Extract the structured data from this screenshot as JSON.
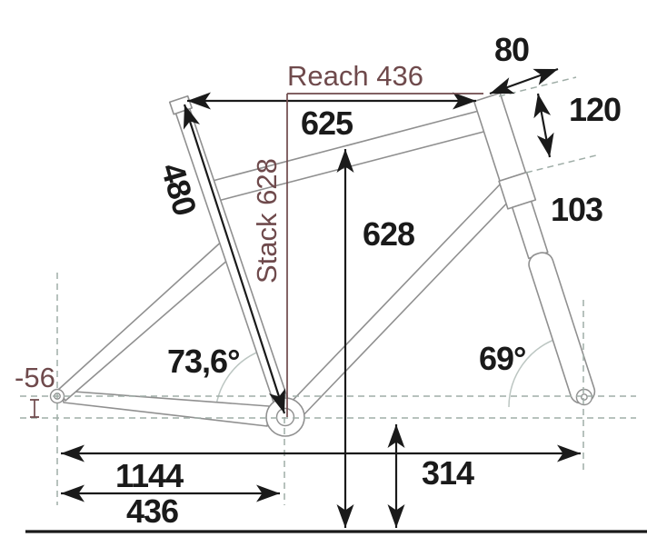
{
  "colors": {
    "accent_maroon": "#6F4A4C",
    "frame_gray": "#909090",
    "guide_dash": "#9FADA7",
    "arc_gray": "#BCC6C2",
    "ink": "#1A1A1A",
    "background": "#FFFFFF"
  },
  "measurements": {
    "reach": {
      "text": "Reach 436"
    },
    "stack": {
      "text": "Stack 628"
    },
    "bb_drop": {
      "text": "-56"
    },
    "effective_top_tube": {
      "text": "625"
    },
    "standover_height": {
      "text": "628"
    },
    "stem_length": {
      "text": "80"
    },
    "head_tube_extension": {
      "text": "120"
    },
    "head_tube_length": {
      "text": "103"
    },
    "seat_tube_length": {
      "text": "480"
    },
    "seat_tube_angle": {
      "text": "73,6°"
    },
    "head_tube_angle": {
      "text": "69°"
    },
    "wheelbase": {
      "text": "1144"
    },
    "chainstay_length": {
      "text": "436"
    },
    "bb_height": {
      "text": "314"
    }
  }
}
